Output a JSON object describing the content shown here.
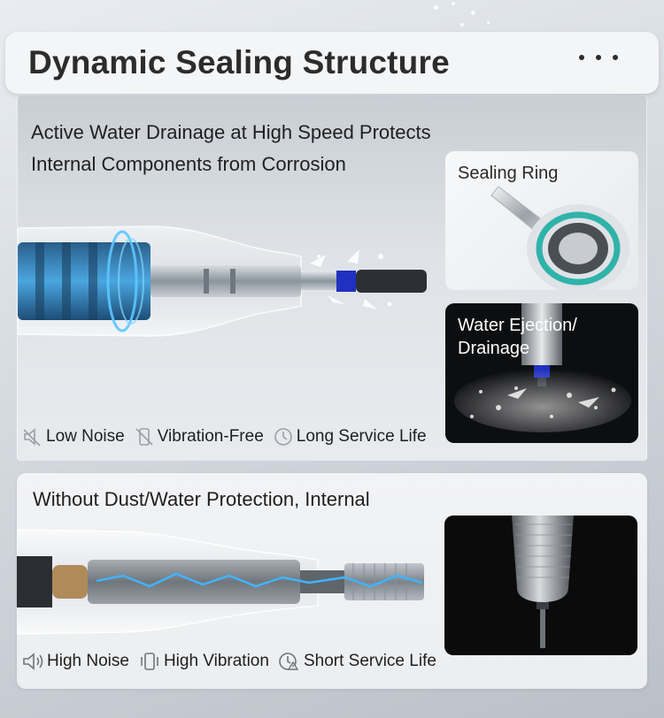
{
  "header": {
    "title": "Dynamic Sealing Structure",
    "menu_icon": "more-dots-icon"
  },
  "top_panel": {
    "headline_line1": "Active Water Drainage at High Speed Protects",
    "headline_line2": "Internal Components from Corrosion",
    "tiles": [
      {
        "label": "Sealing Ring"
      },
      {
        "label_line1": "Water Ejection/",
        "label_line2": "Drainage"
      }
    ],
    "features": [
      {
        "icon": "low-noise-icon",
        "label": "Low Noise"
      },
      {
        "icon": "vibration-free-icon",
        "label": "Vibration-Free"
      },
      {
        "icon": "long-life-icon",
        "label": "Long Service Life"
      }
    ]
  },
  "bottom_panel": {
    "headline": "Without Dust/Water Protection, Internal",
    "features": [
      {
        "icon": "high-noise-icon",
        "label": "High Noise"
      },
      {
        "icon": "high-vibration-icon",
        "label": "High Vibration"
      },
      {
        "icon": "short-life-icon",
        "label": "Short Service Life"
      }
    ]
  },
  "colors": {
    "accent_blue": "#2f8fd8",
    "ring_teal": "#2fb3a9",
    "seal_blue": "#2030c0"
  }
}
